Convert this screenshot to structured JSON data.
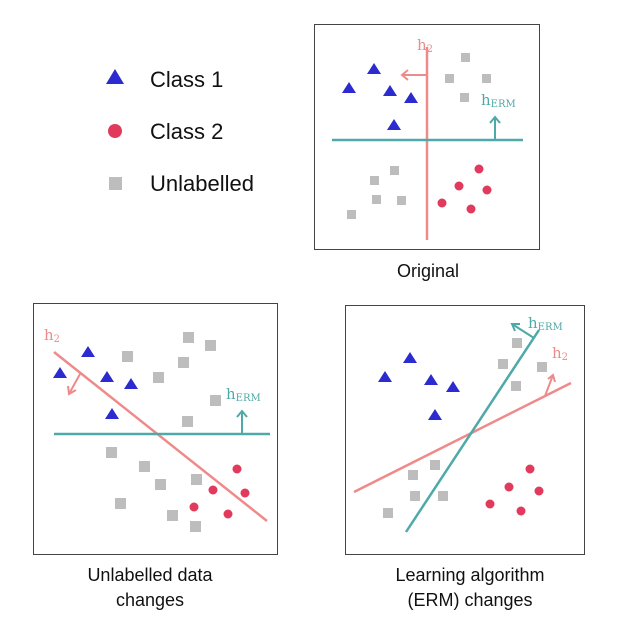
{
  "colors": {
    "class1": "#2b2bd0",
    "class2": "#e23a5c",
    "unlabelled": "#bdbdbd",
    "h2_line": "#ef8a8a",
    "herm_line": "#4fa9a7",
    "frame": "#444444"
  },
  "legend": {
    "class1": {
      "label": "Class 1",
      "icon": "blue-triangle"
    },
    "class2": {
      "label": "Class 2",
      "icon": "red-circle"
    },
    "unlabelled": {
      "label": "Unlabelled",
      "icon": "gray-square"
    }
  },
  "hypotheses": {
    "h2": {
      "base": "h",
      "sub": "2"
    },
    "herm": {
      "base": "h",
      "sub": "ERM"
    }
  },
  "panels": {
    "original": {
      "caption": [
        "Original"
      ]
    },
    "unlabelled": {
      "caption": [
        "Unlabelled data",
        "changes"
      ]
    },
    "algorithm": {
      "caption": [
        "Learning algorithm",
        "(ERM) changes"
      ]
    }
  }
}
